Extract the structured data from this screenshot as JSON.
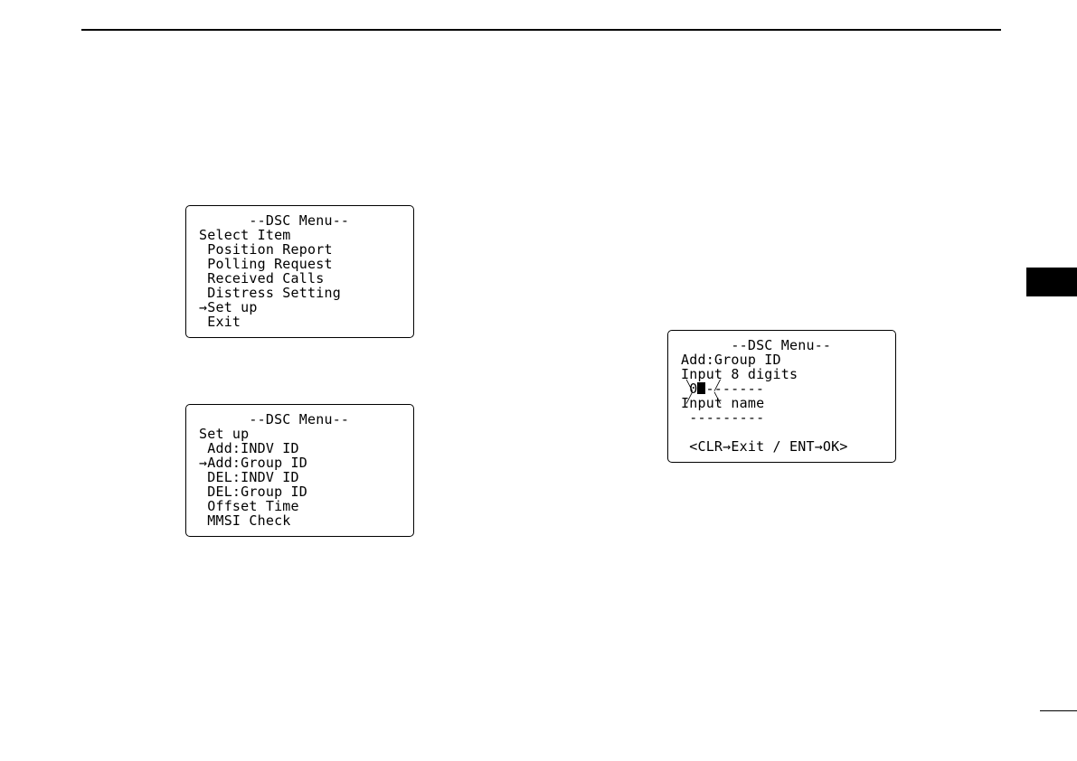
{
  "screens": [
    {
      "lines": [
        "      --DSC Menu--",
        "Select Item",
        " Position Report",
        " Polling Request",
        " Received Calls",
        " Distress Setting",
        "→Set up",
        " Exit"
      ]
    },
    {
      "lines": [
        "      --DSC Menu--",
        "Set up",
        " Add:INDV ID",
        "→Add:Group ID",
        " DEL:INDV ID",
        " DEL:Group ID",
        " Offset Time",
        " MMSI Check"
      ]
    },
    {
      "line1": "      --DSC Menu--",
      "line2": "Add:Group ID",
      "line3": "Input 8 digits",
      "line4_prefix": " 0",
      "line4_suffix": "-------",
      "line5": "Input name",
      "line6": " ---------",
      "line7": "",
      "line8": " <CLR→Exit / ENT→OK>"
    }
  ]
}
